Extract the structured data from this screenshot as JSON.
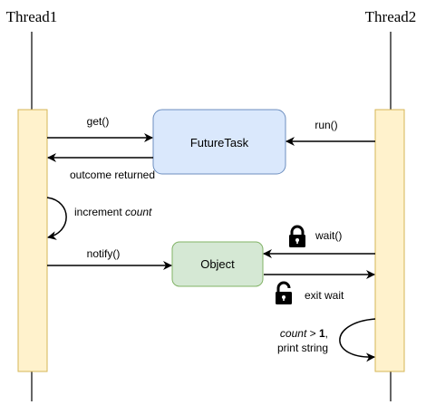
{
  "lifelines": {
    "left": {
      "name": "Thread1"
    },
    "right": {
      "name": "Thread2"
    }
  },
  "boxes": {
    "future_task": {
      "label": "FutureTask",
      "fill": "#dae8fc",
      "stroke": "#6c8ebf"
    },
    "object": {
      "label": "Object",
      "fill": "#d5e8d4",
      "stroke": "#82b366"
    }
  },
  "activation_color": {
    "fill": "#fff2cc",
    "stroke": "#d6b656"
  },
  "messages": {
    "get": "get()",
    "outcome": "outcome returned",
    "run": "run()",
    "increment_prefix": "increment ",
    "increment_var": "count",
    "notify": "notify()",
    "wait": "wait()",
    "exit_wait": "exit wait",
    "cond_var": "count",
    "cond_op": " > ",
    "cond_val": "1",
    "cond_suffix": ",",
    "print": "print string"
  },
  "icons": {
    "wait_lock": "locked-padlock-icon",
    "exit_lock": "unlocked-padlock-icon"
  }
}
